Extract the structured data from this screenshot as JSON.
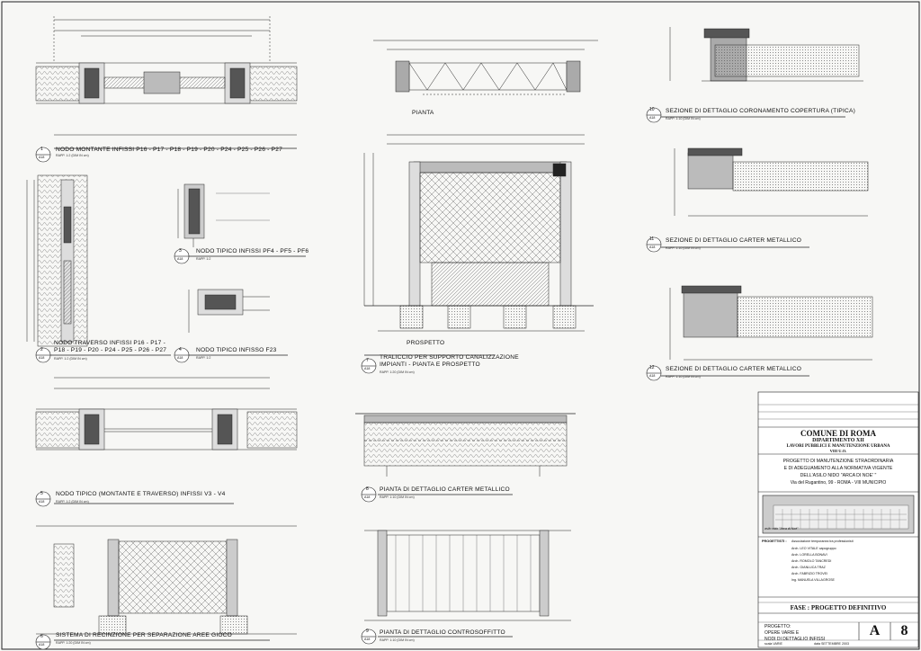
{
  "details": [
    {
      "num": "1",
      "ref": "A18",
      "title": "NODO MONTANTE INFISSI P16 - P17 - P18 - P19 - P20 - P24 - P25 - P26 - P27",
      "scale": "RAPP. 1:2 (DIM IN cm)"
    },
    {
      "num": "2",
      "ref": "A18",
      "title_line1": "NODO TRAVERSO INFISSI P16 - P17 -",
      "title_line2": "P18 - P19 - P20 - P24 - P25 - P26 - P27",
      "scale": "RAPP. 1:2 (DIM IN cm)"
    },
    {
      "num": "3",
      "ref": "A18",
      "title": "NODO TIPICO INFISSI PF4 - PF5 - PF6",
      "scale": "RAPP. 1:2"
    },
    {
      "num": "4",
      "ref": "A18",
      "title": "NODO TIPICO INFISSO F23",
      "scale": "RAPP. 1:2"
    },
    {
      "num": "5",
      "ref": "A18",
      "title": "NODO TIPICO (MONTANTE E TRAVERSO) INFISSI V3 - V4",
      "scale": "RAPP. 1:2 (DIM IN cm)"
    },
    {
      "num": "6",
      "ref": "A18",
      "title": "SISTEMA DI RECINZIONE PER SEPARAZIONE AREE GIOCO",
      "scale": "RAPP. 1:20 (DIM IN cm)"
    },
    {
      "num": "7",
      "ref": "A18",
      "title_line1": "TRALICCIO PER SUPPORTO CANALIZZAZIONE",
      "title_line2": "IMPIANTI - PIANTA E PROSPETTO",
      "scale": "RAPP. 1:20 (DIM IN cm)"
    },
    {
      "num": "8",
      "ref": "A18",
      "title": "PIANTA DI DETTAGLIO CARTER METALLICO",
      "scale": "RAPP. 1:10 (DIM IN cm)"
    },
    {
      "num": "9",
      "ref": "A18",
      "title": "PIANTA DI DETTAGLIO CONTROSOFFITTO",
      "scale": "RAPP. 1:10 (DIM IN cm)"
    },
    {
      "num": "10",
      "ref": "A18",
      "title": "SEZIONE DI DETTAGLIO CORONAMENTO COPERTURA (TIPICA)",
      "scale": "RAPP. 1:10 (DIM IN cm)"
    },
    {
      "num": "11",
      "ref": "A18",
      "title": "SEZIONE DI DETTAGLIO CARTER METALLICO",
      "scale": "RAPP. 1:10 (DIM IN cm)"
    },
    {
      "num": "12",
      "ref": "A18",
      "title": "SEZIONE DI DETTAGLIO CARTER METALLICO",
      "scale": "RAPP. 1:10 (DIM IN cm)"
    }
  ],
  "labels": {
    "pianta": "PIANTA",
    "prospetto": "PROSPETTO"
  },
  "titleblock": {
    "city": "COMUNE DI ROMA",
    "dept": "DIPARTIMENTO XII",
    "office": "LAVORI PUBBLICI E MANUTENZIONE URBANA",
    "unit": "VIII U.O.",
    "project_lines": [
      "PROGETTO DI MANUTENZIONE STRAORDINARIA",
      "E DI ADEGUAMENTO ALLA NORMATIVA VIGENTE",
      "DELL'ASILO NIDO \"ARCA DI NOE' \"",
      "Via del Rugantino, 99 - ROMA - VIII MUNICIPIO"
    ],
    "photo_caption": "asilo nido \"Arca di Noè\"",
    "designers_label": "PROGETTISTI :",
    "designers": [
      "Associazione temporanea tra professionisti",
      "Arch. LEO VITALE  capogruppo",
      "Arch. LORELLA BONAVI",
      "Arch. ROMOLO TANCREDI",
      "Arch. GIANLUCA TRAZ",
      "Arch. FABRIZIO TROVEI",
      "Ing. MANUELA VILLAGROSE"
    ],
    "phase": "FASE : PROGETTO DEFINITIVO",
    "subject_label": "PROGETTO:",
    "subject_lines": [
      "OPERE VARIE E",
      "NODI DI DETTAGLIO INFISSI"
    ],
    "category": "A",
    "sheet_number": "8",
    "scale_text": "scala  VARIE",
    "date_text": "data  SETTEMBRE 2003"
  }
}
